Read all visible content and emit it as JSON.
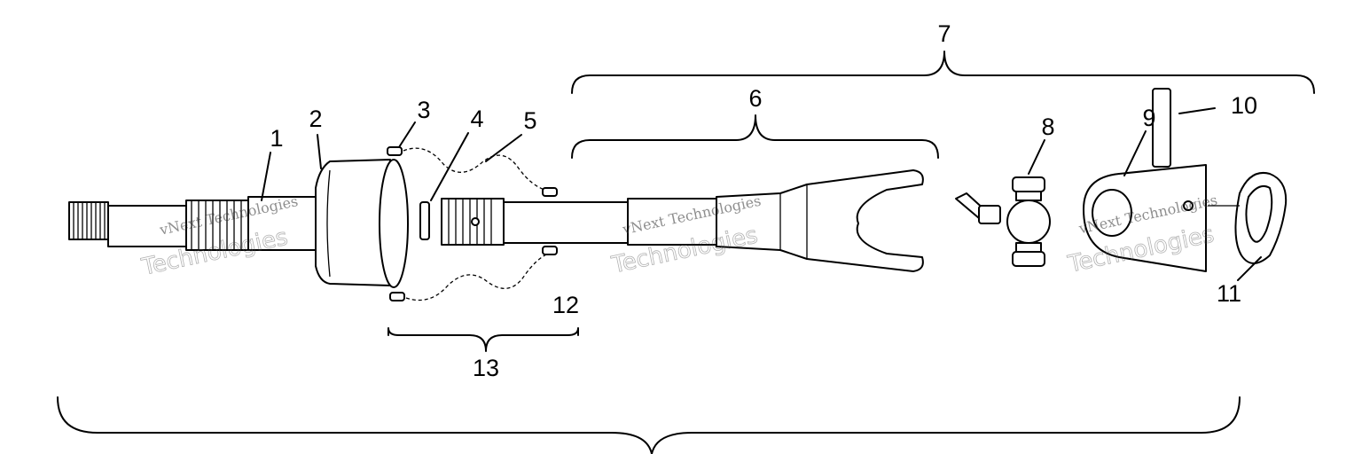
{
  "callouts": {
    "c1": "1",
    "c2": "2",
    "c3": "3",
    "c4": "4",
    "c5": "5",
    "c6": "6",
    "c7": "7",
    "c8": "8",
    "c9": "9",
    "c10": "10",
    "c11": "11",
    "c12": "12",
    "c13": "13"
  },
  "watermarks": [
    "vNext Technologies",
    "Technologies",
    "vNext Technologies",
    "Technologies",
    "vNext Technologies",
    "Technologies"
  ]
}
